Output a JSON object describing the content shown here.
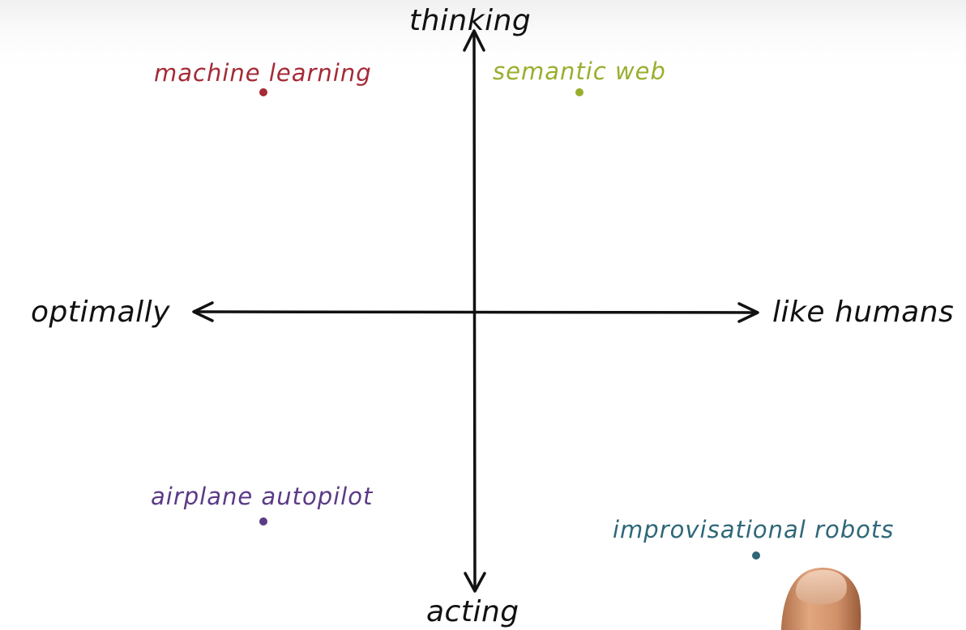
{
  "axes": {
    "top": "thinking",
    "bottom": "acting",
    "left": "optimally",
    "right": "like humans"
  },
  "points": [
    {
      "id": "ml",
      "label": "machine learning",
      "color": "#a52a36"
    },
    {
      "id": "sw",
      "label": "semantic web",
      "color": "#9aae2e"
    },
    {
      "id": "ap",
      "label": "airplane autopilot",
      "color": "#5b3a86"
    },
    {
      "id": "ir",
      "label": "improvisational robots",
      "color": "#2f6779"
    }
  ]
}
